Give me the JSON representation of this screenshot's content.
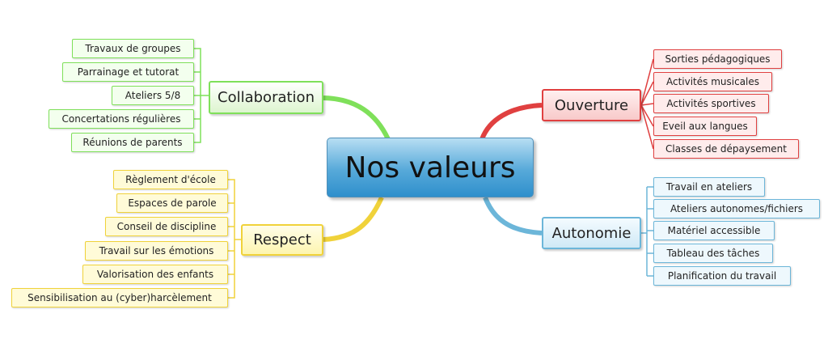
{
  "title": "Nos valeurs",
  "colors": {
    "collaboration": "#7fe05a",
    "respect": "#f0d23a",
    "ouverture": "#e04040",
    "autonomie": "#6cb6d9",
    "central": "#56a9d9"
  },
  "branches": {
    "collaboration": {
      "label": "Collaboration",
      "items": [
        "Travaux de groupes",
        "Parrainage et tutorat",
        "Ateliers 5/8",
        "Concertations régulières",
        "Réunions de parents"
      ]
    },
    "respect": {
      "label": "Respect",
      "items": [
        "Règlement d'école",
        "Espaces de parole",
        "Conseil de discipline",
        "Travail sur les émotions",
        "Valorisation des enfants",
        "Sensibilisation au (cyber)harcèlement"
      ]
    },
    "ouverture": {
      "label": "Ouverture",
      "items": [
        "Sorties pédagogiques",
        "Activités musicales",
        "Activités sportives",
        "Eveil aux langues",
        "Classes de dépaysement"
      ]
    },
    "autonomie": {
      "label": "Autonomie",
      "items": [
        "Travail en ateliers",
        "Ateliers autonomes/fichiers",
        "Matériel accessible",
        "Tableau des tâches",
        "Planification du travail"
      ]
    }
  }
}
